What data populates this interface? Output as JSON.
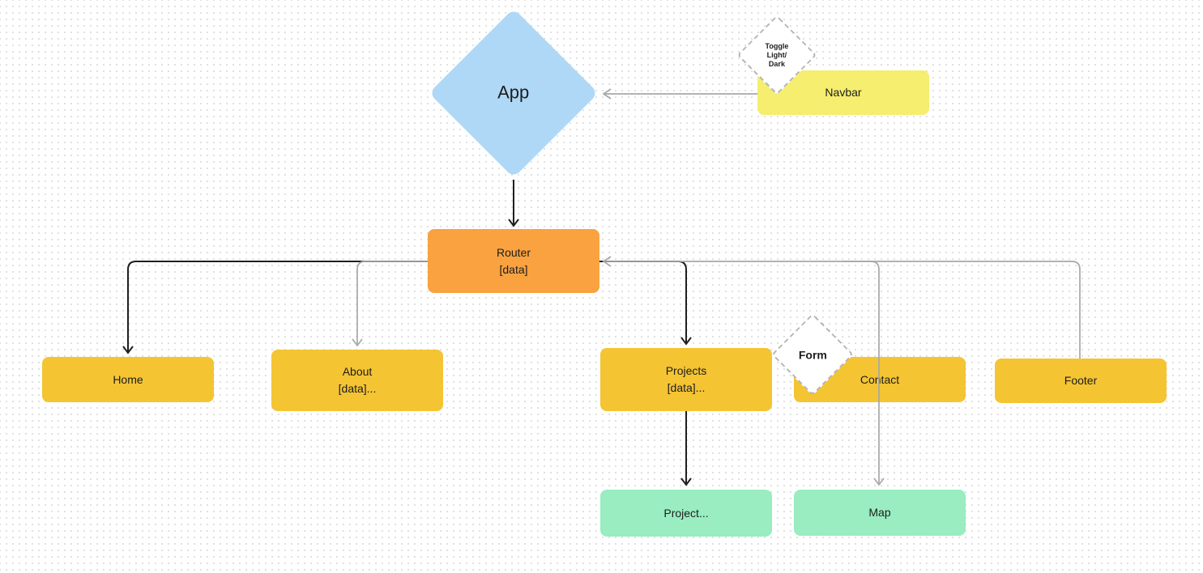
{
  "diagram": {
    "nodes": {
      "app": {
        "label": "App",
        "shape": "diamond",
        "color_key": "node_blue"
      },
      "navbar": {
        "label": "Navbar",
        "shape": "rectangle",
        "color_key": "node_yellow"
      },
      "toggle": {
        "line1": "Toggle",
        "line2": "Light/",
        "line3": "Dark",
        "shape": "dashed-diamond",
        "color_key": "diamond_fill"
      },
      "router": {
        "line1": "Router",
        "line2": "[data]",
        "shape": "rectangle",
        "color_key": "node_orange"
      },
      "home": {
        "label": "Home",
        "shape": "rectangle",
        "color_key": "node_amber"
      },
      "about": {
        "line1": "About",
        "line2": "[data]...",
        "shape": "rectangle",
        "color_key": "node_amber"
      },
      "projects": {
        "line1": "Projects",
        "line2": "[data]...",
        "shape": "rectangle",
        "color_key": "node_amber"
      },
      "form": {
        "label": "Form",
        "shape": "dashed-diamond",
        "color_key": "diamond_fill"
      },
      "contact": {
        "label": "Contact",
        "shape": "rectangle",
        "color_key": "node_amber"
      },
      "footer": {
        "label": "Footer",
        "shape": "rectangle",
        "color_key": "node_amber"
      },
      "project_detail": {
        "label": "Project...",
        "shape": "rectangle",
        "color_key": "node_green"
      },
      "map": {
        "label": "Map",
        "shape": "rectangle",
        "color_key": "node_green"
      }
    },
    "edges": [
      {
        "from": "Navbar",
        "to": "App",
        "color": "gray"
      },
      {
        "from": "App",
        "to": "Router",
        "color": "black"
      },
      {
        "from": "Router",
        "to": "Home",
        "color": "black"
      },
      {
        "from": "Router",
        "to": "About",
        "color": "gray"
      },
      {
        "from": "Router",
        "to": "Projects",
        "color": "black"
      },
      {
        "from": "Footer",
        "to": "Router",
        "color": "gray"
      },
      {
        "from": "Router",
        "to": "Map",
        "color": "gray",
        "note": "vertical segment passes over Contact"
      },
      {
        "from": "Projects",
        "to": "Project...",
        "color": "black"
      }
    ]
  },
  "colors": {
    "background": "#ffffff",
    "grid_dot": "#d8d8d8",
    "node_blue": "#AFD8F7",
    "node_yellow": "#F5EE6E",
    "node_orange": "#F9A23F",
    "node_amber": "#F4C433",
    "node_green": "#99EDC0",
    "diamond_fill": "#ffffff",
    "diamond_border": "#b5b5b5",
    "edge_black": "#1f1f1f",
    "edge_gray": "#a8a8a8",
    "text": "#1d1d1d"
  }
}
